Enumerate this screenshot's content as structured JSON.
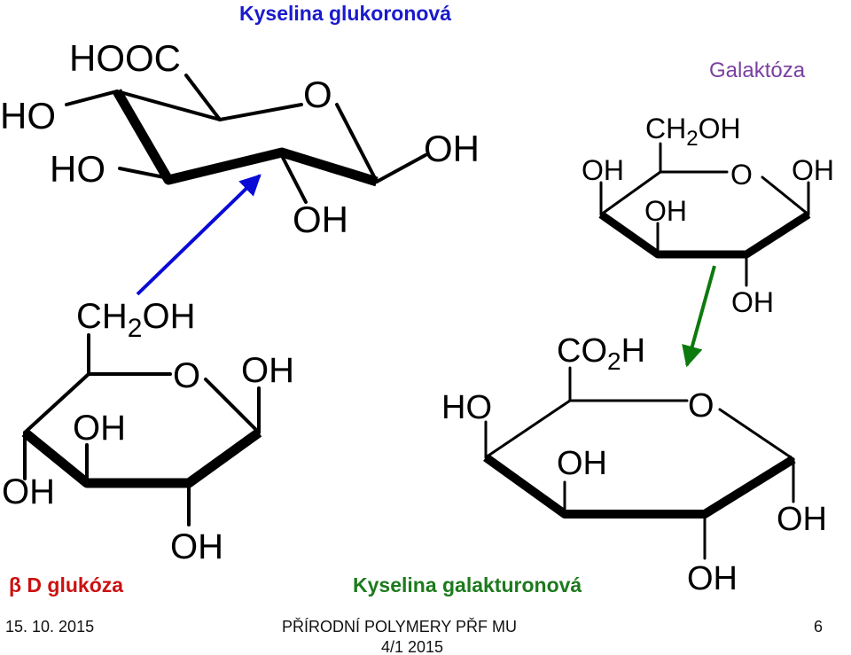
{
  "titles": {
    "glucuronic": "Kyselina glukoronová",
    "galactose": "Galaktóza",
    "beta_glucose": "β D glukóza",
    "galacturonic": "Kyselina galakturonová"
  },
  "footer": {
    "date": "15. 10. 2015",
    "course": "PŘÍRODNÍ POLYMERY PŘF MU",
    "course_sub": "4/1 2015",
    "page": "6"
  },
  "structures": {
    "glucuronic": {
      "top_group": "HOOC",
      "ring_oxygen": "O",
      "groups": [
        "HO",
        "HO",
        "OH",
        "OH"
      ]
    },
    "beta_glucose": {
      "ch2": "CH",
      "ch2_sub": "2",
      "ch2_tail": "OH",
      "ring_oxygen": "O",
      "groups": [
        "OH",
        "OH",
        "OH",
        "OH"
      ]
    },
    "galactose": {
      "ch2": "CH",
      "ch2_sub": "2",
      "ch2_tail": "OH",
      "ring_oxygen": "O",
      "groups": [
        "OH",
        "OH",
        "OH",
        "OH"
      ]
    },
    "galacturonic": {
      "co2": "CO",
      "co2_sub": "2",
      "co2_tail": "H",
      "ring_oxygen": "O",
      "groups": [
        "HO",
        "OH",
        "OH",
        "OH"
      ]
    }
  },
  "arrows": {
    "glucose_to_glucuronic_color": "#0a0ad6",
    "galactose_to_galacturonic_color": "#0d7a0d"
  }
}
